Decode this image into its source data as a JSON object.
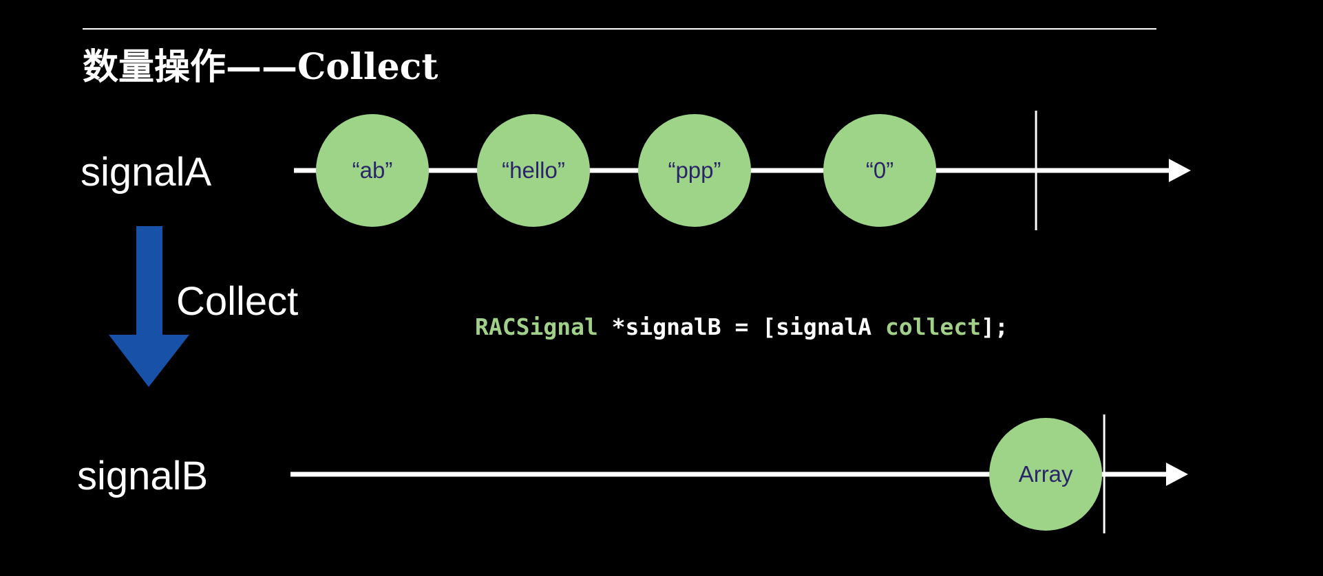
{
  "title": "数量操作——Collect",
  "colors": {
    "background": "#000000",
    "line": "#ffffff",
    "marble_fill": "#9ed488",
    "marble_text": "#2a2566",
    "arrow_blue": "#1852a8",
    "code_green": "#a1d089",
    "code_white": "#ffffff"
  },
  "streams": {
    "signalA": {
      "label": "signalA",
      "events": [
        {
          "value": "“ab”",
          "t": 0.0
        },
        {
          "value": "“hello”",
          "t": 1.0
        },
        {
          "value": "“ppp”",
          "t": 2.0
        },
        {
          "value": "“0”",
          "t": 3.15
        }
      ],
      "completed": true
    },
    "signalB": {
      "label": "signalB",
      "events": [
        {
          "value": "Array",
          "t": 4.18
        }
      ],
      "completed": true
    }
  },
  "operator": {
    "label": "Collect",
    "arrow_icon": "down-arrow-icon"
  },
  "code": {
    "type": "RACSignal",
    "assignment": " *signalB = [signalA ",
    "method": "collect",
    "end": "];"
  }
}
